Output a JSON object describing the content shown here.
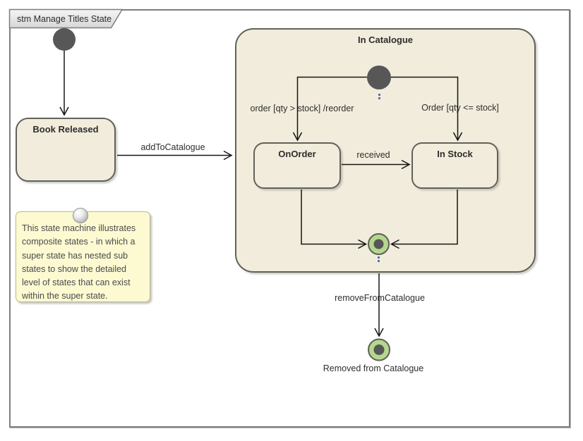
{
  "frame": {
    "title": "stm Manage Titles State"
  },
  "colors": {
    "state_fill": "#F2ECDC",
    "state_border": "#61615A",
    "note_fill": "#FDFAD2",
    "note_border": "#B9B98F",
    "initial_node": "#575757",
    "final_node_fill": "#B4D78D",
    "final_node_border": "#5F5F58",
    "line": "#151515",
    "frame_border": "#7E7E7E",
    "tab_fill": "#E9E9E9",
    "ellipsis_dots": "#5368A8"
  },
  "states": {
    "book_released": {
      "label": "Book Released"
    },
    "in_catalogue": {
      "label": "In Catalogue"
    },
    "on_order": {
      "label": "OnOrder"
    },
    "in_stock": {
      "label": "In Stock"
    }
  },
  "transitions": {
    "add_to_catalogue": {
      "label": "addToCatalogue"
    },
    "order_reorder": {
      "label": "order [qty > stock] /reorder"
    },
    "order_in_stock": {
      "label": "Order [qty <= stock]"
    },
    "received": {
      "label": "received"
    },
    "remove_from_catalogue": {
      "label": "removeFromCatalogue"
    }
  },
  "final_states": {
    "removed_from_catalogue": {
      "label": "Removed from Catalogue"
    }
  },
  "note": {
    "lines": [
      "This state machine illustrates",
      "composite states - in which a",
      "super state has nested sub",
      "states to show the detailed",
      "level of states that can exist",
      "within the super state."
    ]
  }
}
